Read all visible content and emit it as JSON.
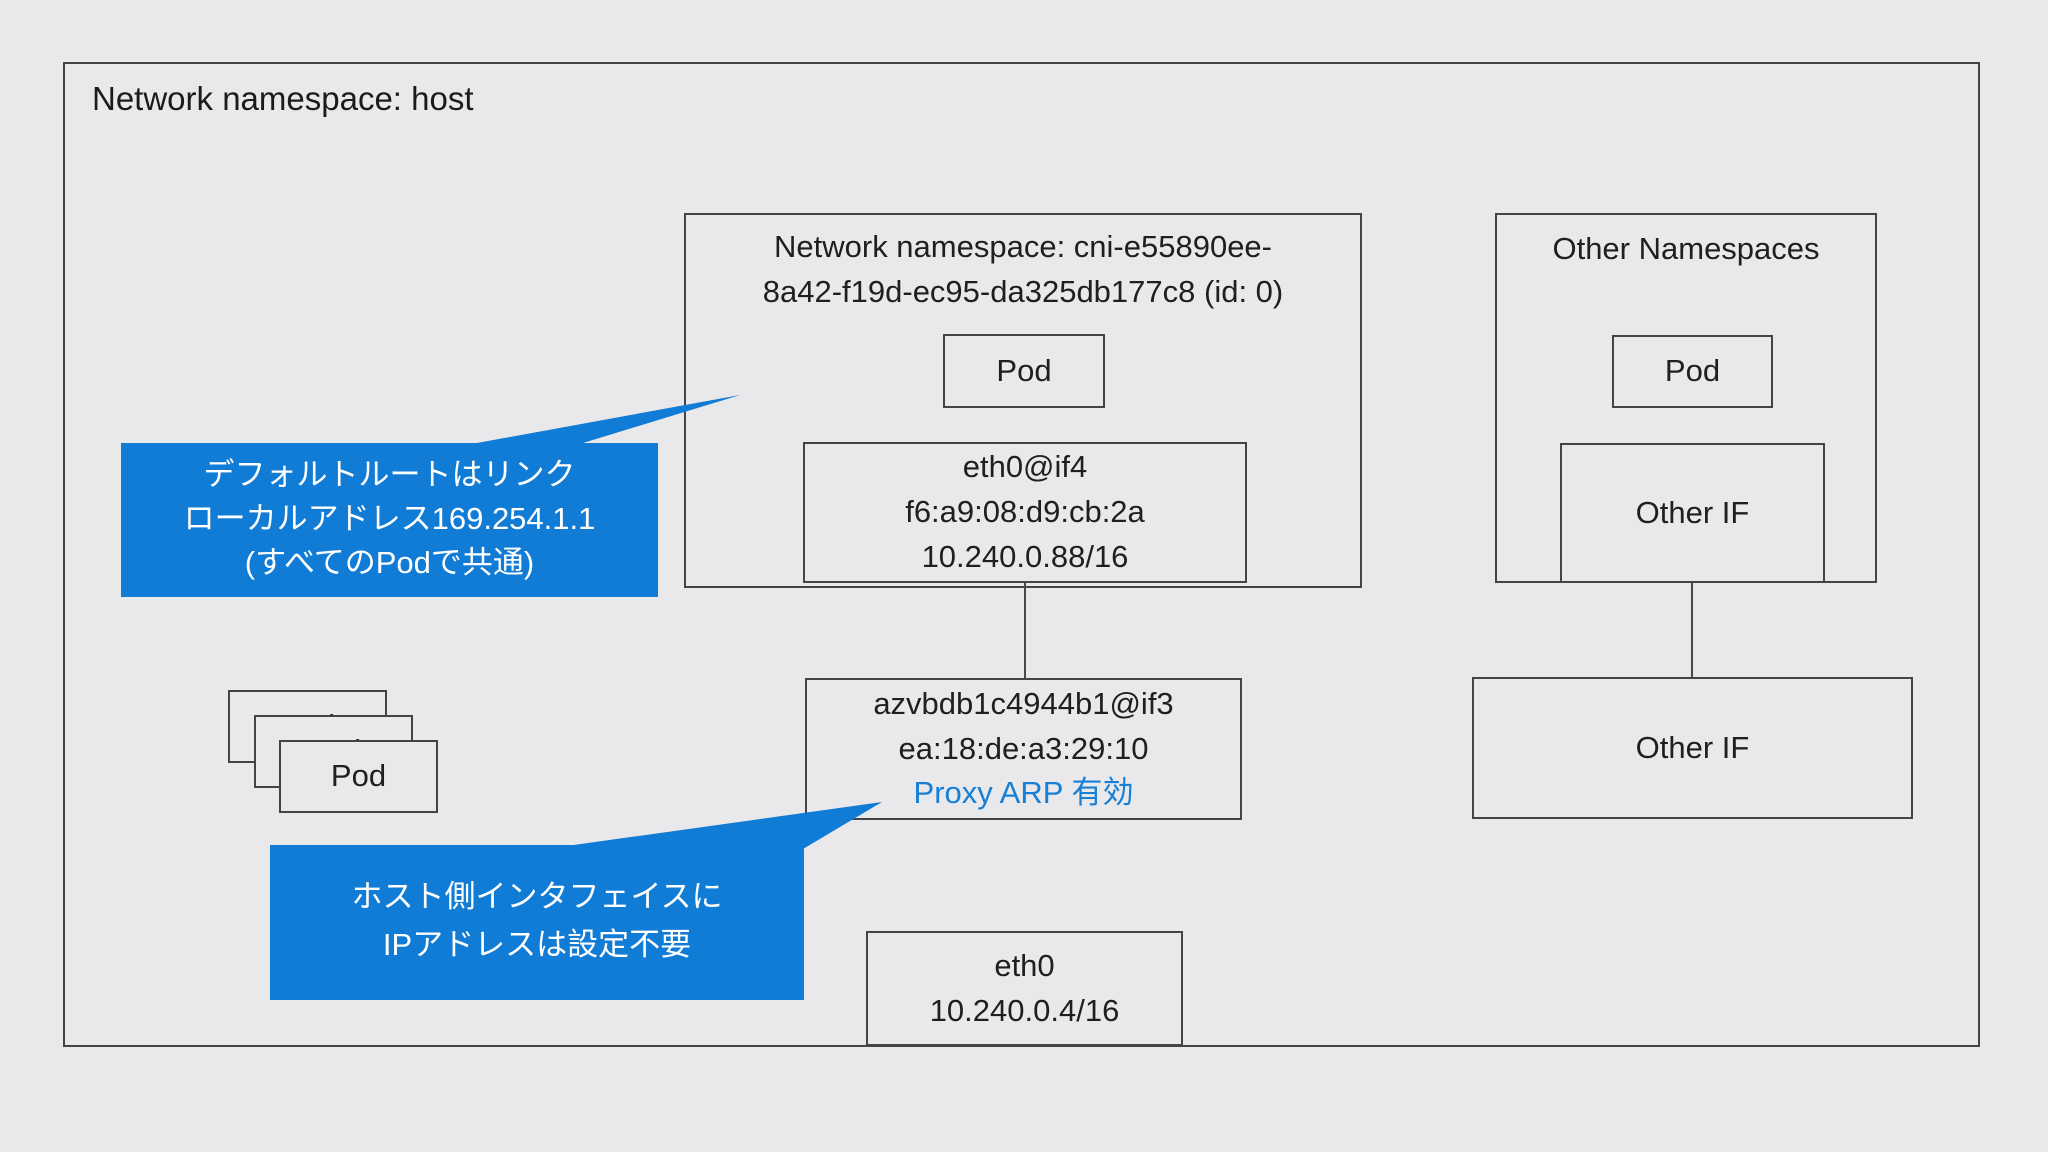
{
  "colors": {
    "background": "#e9e8ea",
    "border_gray": "#444447",
    "callout_blue": "#117cd6",
    "proxy_arp_blue": "#1580d6",
    "text": "#1f1f1f"
  },
  "host": {
    "title": "Network namespace: host"
  },
  "cni_namespace": {
    "title_lines": [
      "Network namespace: cni-e55890ee-",
      "8a42-f19d-ec95-da325db177c8 (id: 0)"
    ],
    "pod": "Pod",
    "eth0_if4": [
      "eth0@if4",
      "f6:a9:08:d9:cb:2a",
      "10.240.0.88/16"
    ]
  },
  "host_side": {
    "veth": [
      "azvbdb1c4944b1@if3",
      "ea:18:de:a3:29:10"
    ],
    "veth_proxy_arp": "Proxy ARP 有効",
    "eth0": [
      "eth0",
      "10.240.0.4/16"
    ],
    "stacked_pods_label": "Pod"
  },
  "other_namespaces": {
    "title": "Other Namespaces",
    "pod": "Pod",
    "other_if": "Other IF",
    "host_other_if": "Other IF"
  },
  "callouts": {
    "default_route": [
      "デフォルトルートはリンク",
      "ローカルアドレス169.254.1.1",
      "(すべてのPodで共通)"
    ],
    "host_interface": [
      "ホスト側インタフェイスに",
      "IPアドレスは設定不要"
    ]
  }
}
